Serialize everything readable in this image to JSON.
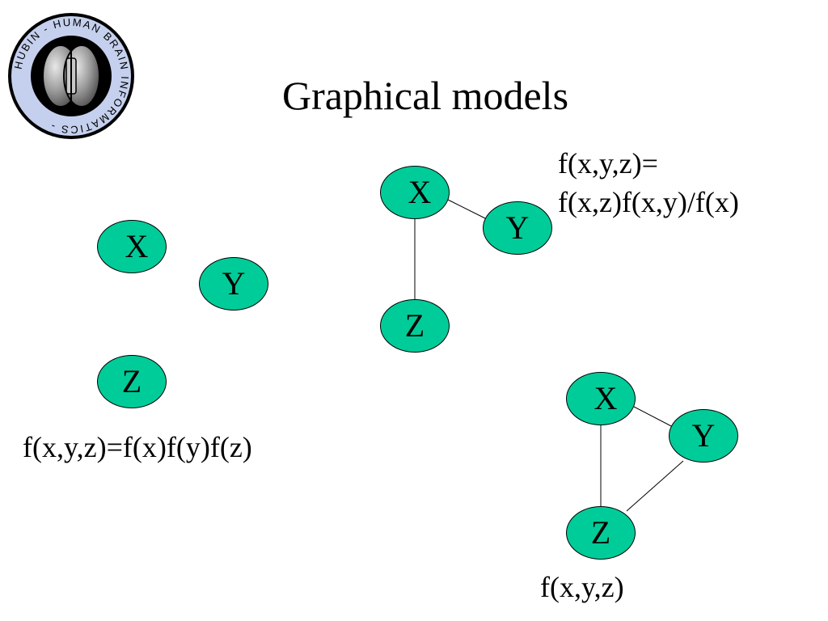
{
  "slide": {
    "title": "Graphical models",
    "logo": {
      "icon": "hubin-brain-logo",
      "ring_text": "HUBIN - HUMAN BRAIN INFORMATICS -",
      "colors": {
        "ring": "#c5d0ee",
        "brain": "#808080"
      }
    }
  },
  "graphs": {
    "independent": {
      "nodes": [
        "X",
        "Y",
        "Z"
      ],
      "edges": [],
      "formula": "f(x,y,z)=f(x)f(y)f(z)"
    },
    "chain": {
      "nodes": [
        "X",
        "Y",
        "Z"
      ],
      "edges": [
        [
          "X",
          "Y"
        ],
        [
          "X",
          "Z"
        ]
      ],
      "formula_line1": "f(x,y,z)=",
      "formula_line2": "f(x,z)f(x,y)/f(x)"
    },
    "full": {
      "nodes": [
        "X",
        "Y",
        "Z"
      ],
      "edges": [
        [
          "X",
          "Y"
        ],
        [
          "X",
          "Z"
        ],
        [
          "Y",
          "Z"
        ]
      ],
      "formula": "f(x,y,z)"
    }
  },
  "colors": {
    "node_fill": "#00cc99",
    "edge": "#000000"
  }
}
